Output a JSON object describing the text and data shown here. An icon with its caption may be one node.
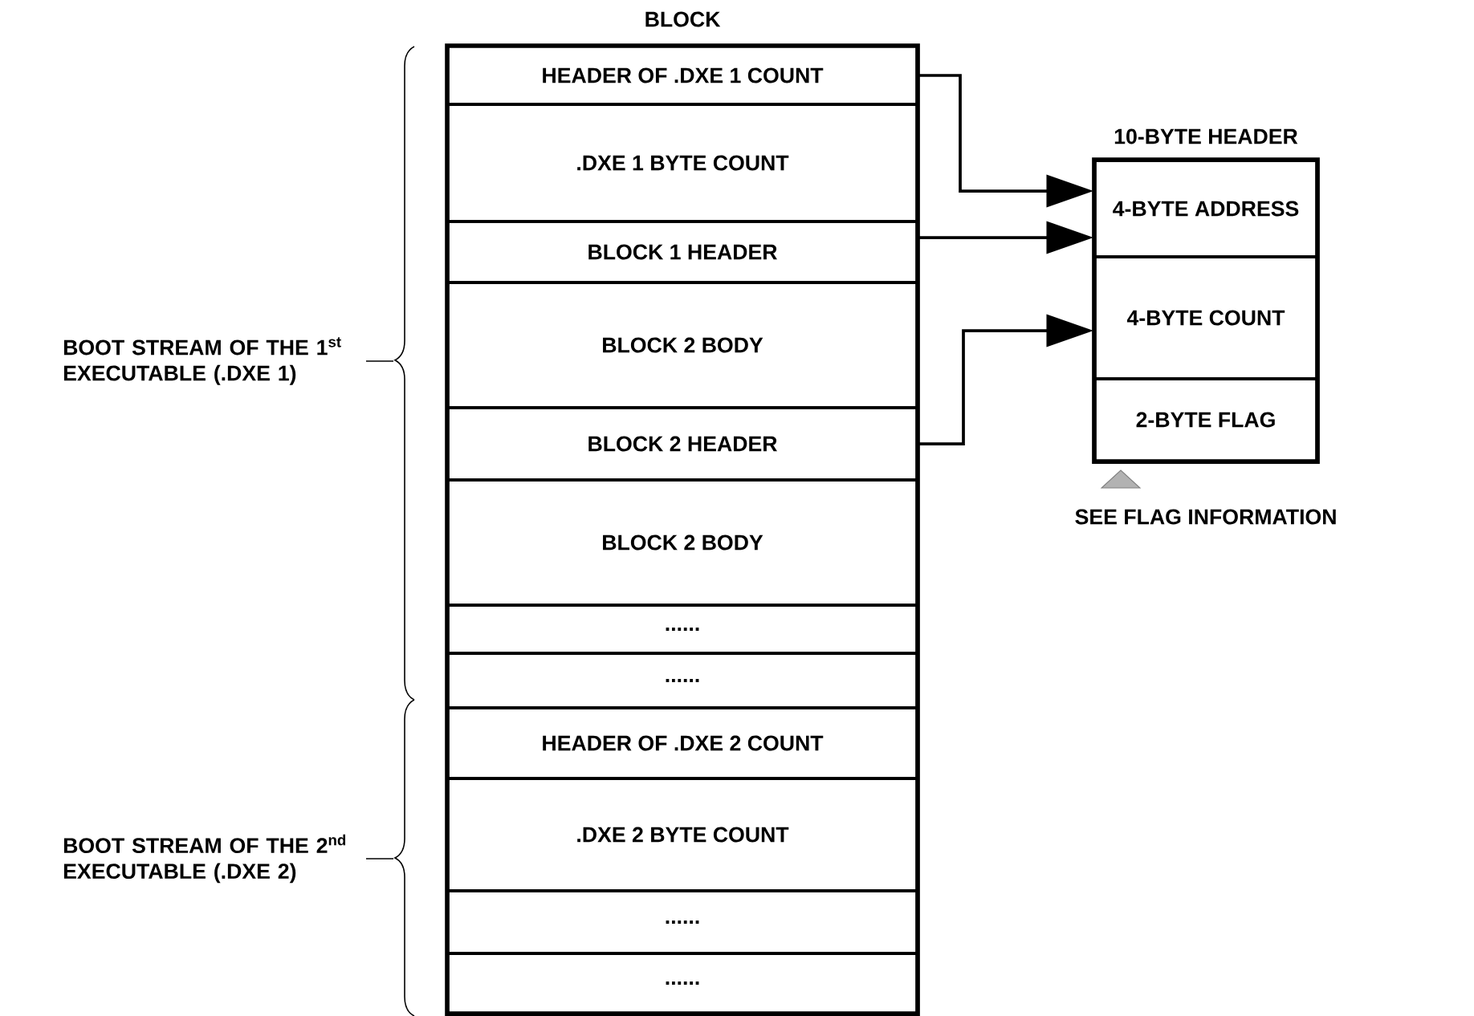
{
  "diagram": {
    "nodes": [
      {
        "text": [
          "BLOCK"
        ]
      },
      {
        "text": [
          "HEADER OF .DXE 1 COUNT"
        ],
        "in": 0
      },
      {
        "text": [
          ".DXE 1 BYTE COUNT"
        ],
        "in": 0
      },
      {
        "text": [
          "BLOCK 1 HEADER"
        ],
        "in": 0
      },
      {
        "text": [
          "BLOCK 2 BODY"
        ],
        "in": 0
      },
      {
        "text": [
          "BLOCK 2 HEADER"
        ],
        "in": 0
      },
      {
        "text": [
          "BLOCK 2 BODY"
        ],
        "in": 0
      },
      {
        "text": [
          "......"
        ],
        "in": 0
      },
      {
        "text": [
          "......"
        ],
        "in": 0
      },
      {
        "text": [
          "HEADER OF .DXE 2 COUNT"
        ],
        "in": 0
      },
      {
        "text": [
          ".DXE 2 BYTE COUNT"
        ],
        "in": 0
      },
      {
        "text": [
          "......"
        ],
        "in": 0
      },
      {
        "text": [
          "......"
        ],
        "in": 0
      },
      {
        "text": [
          "10-BYTE HEADER"
        ]
      },
      {
        "text": [
          "4-BYTE ADDRESS"
        ],
        "in": 13
      },
      {
        "text": [
          "4-BYTE COUNT"
        ],
        "in": 13
      },
      {
        "text": [
          "2-BYTE FLAG"
        ],
        "in": 13
      }
    ],
    "edges": [
      {
        "from": 1,
        "to": 14,
        "arrow": "to"
      },
      {
        "from": 3,
        "to": 14,
        "arrow": "to"
      },
      {
        "from": 5,
        "to": 15,
        "arrow": "to"
      }
    ],
    "labels": [
      "BOOT STREAM OF THE 1$^{st}$ EXECUTABLE (.DXE 1)",
      "SEE FLAG INFORMATION",
      "BOOT STREAM OF THE 2$^{nd}$ EXECUTABLE (.DXE 2)"
    ]
  }
}
